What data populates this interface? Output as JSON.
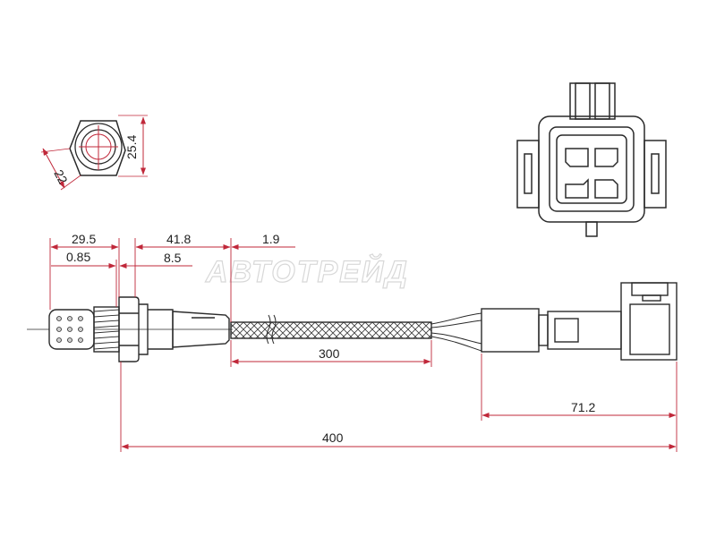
{
  "watermark": "АВТОТРЕЙД",
  "colors": {
    "dimension_line": "#c0283a",
    "outline": "#2a2a2a",
    "text": "#222222"
  },
  "nut_view": {
    "width_across_flats": "22",
    "width_across_corners": "25.4"
  },
  "dimensions": {
    "thread_to_tip": "29.5",
    "gap": "0.85",
    "body_length": "41.8",
    "step": "1.9",
    "hex_offset": "8.5",
    "braided_length": "300",
    "connector_length": "71.2",
    "total_length": "400"
  }
}
